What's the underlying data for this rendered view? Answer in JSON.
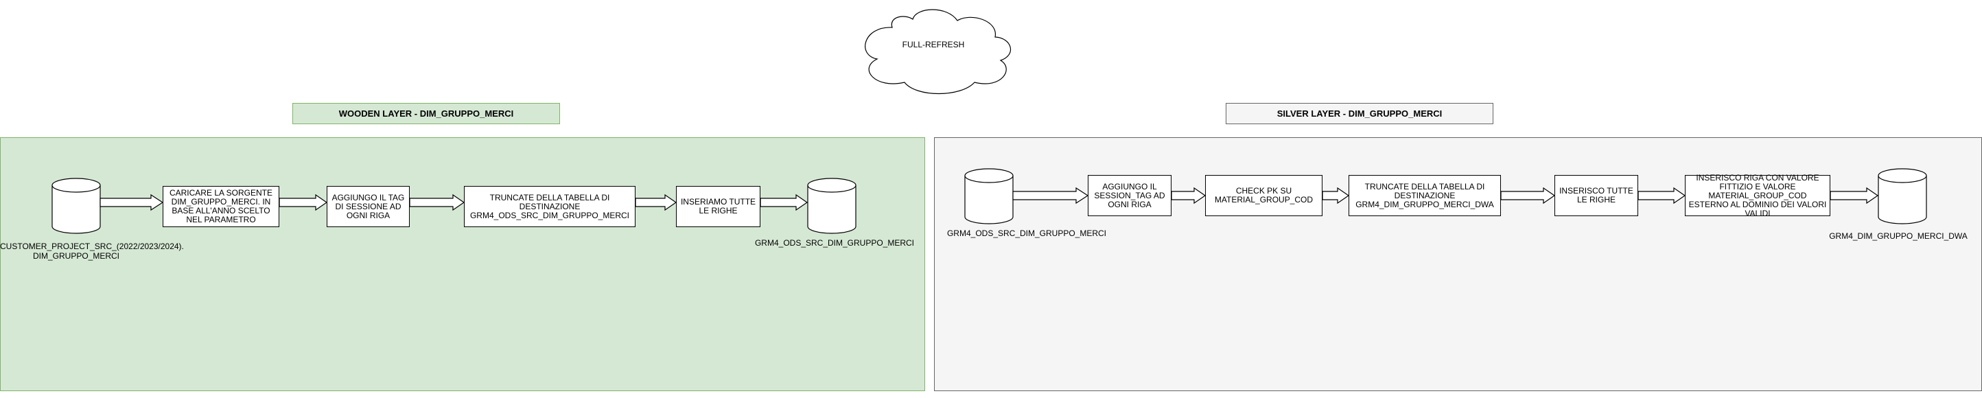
{
  "cloud": {
    "label": "FULL-REFRESH"
  },
  "wooden": {
    "title": "WOODEN LAYER - DIM_GRUPPO_MERCI",
    "source_label_line1": "CUSTOMER_PROJECT_SRC_(2022/2023/2024).",
    "source_label_line2": "DIM_GRUPPO_MERCI",
    "steps": [
      "CARICARE LA SORGENTE DIM_GRUPPO_MERCI. IN BASE ALL'ANNO SCELTO NEL PARAMETRO",
      "AGGIUNGO IL TAG DI SESSIONE AD OGNI RIGA",
      "TRUNCATE DELLA TABELLA DI DESTINAZIONE GRM4_ODS_SRC_DIM_GRUPPO_MERCI",
      "INSERIAMO TUTTE LE RIGHE"
    ],
    "target_label": "GRM4_ODS_SRC_DIM_GRUPPO_MERCI"
  },
  "silver": {
    "title": "SILVER LAYER - DIM_GRUPPO_MERCI",
    "source_label": "GRM4_ODS_SRC_DIM_GRUPPO_MERCI",
    "steps": [
      "AGGIUNGO IL SESSION_TAG AD OGNI RIGA",
      "CHECK PK SU MATERIAL_GROUP_COD",
      "TRUNCATE DELLA TABELLA DI DESTINAZIONE GRM4_DIM_GRUPPO_MERCI_DWA",
      "INSERISCO TUTTE LE RIGHE",
      "INSERISCO RIGA CON VALORE FITTIZIO E VALORE MATERIAL_GROUP_COD ESTERNO AL DOMINIO DEI VALORI VALIDI"
    ],
    "target_label": "GRM4_DIM_GRUPPO_MERCI_DWA"
  },
  "colors": {
    "wooden_fill": "#d5e8d4",
    "wooden_border": "#82b366",
    "silver_fill": "#f5f5f5",
    "silver_border": "#666666"
  }
}
